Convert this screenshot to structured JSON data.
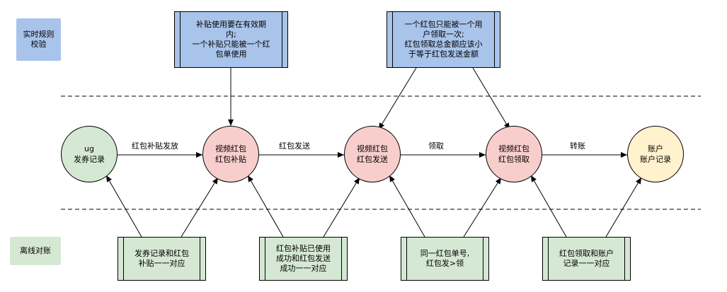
{
  "side_labels": {
    "realtime": "实时规则\n校验",
    "offline": "离线对账"
  },
  "realtime_rules": [
    "补贴使用要在有效期\n内;\n一个补贴只能被一个红\n包单使用",
    "一个红包只能被一个用\n户领取一次;\n红包领取总金额应该小\n于等于红包发送金额"
  ],
  "nodes": [
    {
      "label": "ug\n发券记录",
      "color": "#d5e8d4"
    },
    {
      "label": "视频红包\n红包补贴",
      "color": "#f8cecc"
    },
    {
      "label": "视频红包\n红包发送",
      "color": "#f8cecc"
    },
    {
      "label": "视频红包\n红包领取",
      "color": "#f8cecc"
    },
    {
      "label": "账户\n账户记录",
      "color": "#fff2cc"
    }
  ],
  "edges": [
    "红包补贴发放",
    "红包发送",
    "领取",
    "转账"
  ],
  "offline_checks": [
    "发券记录和红包\n补贴一一对应",
    "红包补贴已使用\n成功和红包发送\n成功一一对应",
    "同一红包单号,\n红包发>领",
    "红包领取和账户\n记录一一对应"
  ],
  "colors": {
    "rule_fill": "#a9c4eb",
    "check_fill": "#d5e8d4",
    "side_realtime": "#a9c4eb",
    "side_offline": "#d5e8d4"
  }
}
